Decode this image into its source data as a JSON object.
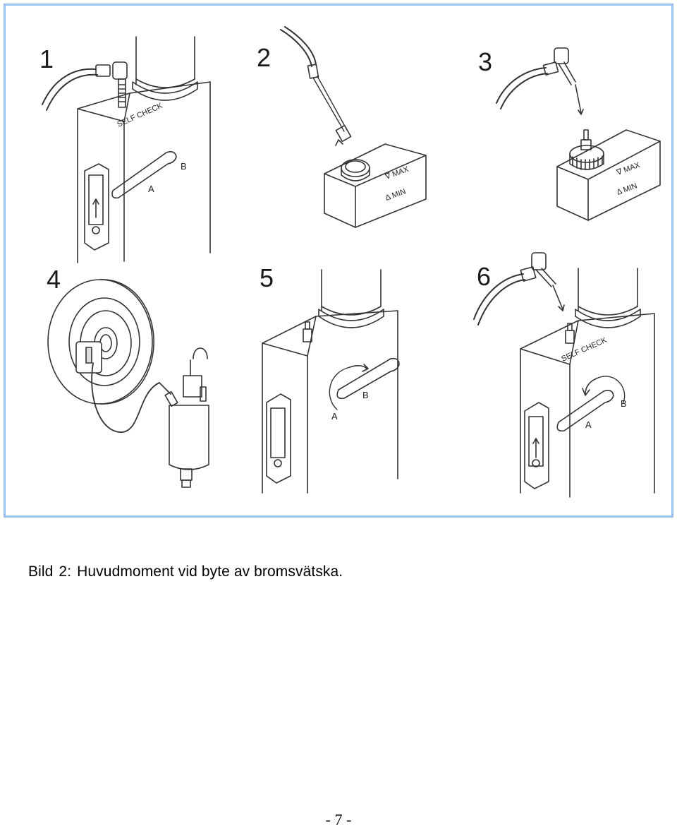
{
  "figure": {
    "steps": [
      {
        "number": "1",
        "labels": {
          "device": "SELF CHECK",
          "a": "A",
          "b": "B"
        }
      },
      {
        "number": "2",
        "labels": {
          "max": "∇ MAX",
          "min": "Δ MIN"
        }
      },
      {
        "number": "3",
        "labels": {
          "max": "∇ MAX",
          "min": "Δ MIN"
        }
      },
      {
        "number": "4",
        "labels": {}
      },
      {
        "number": "5",
        "labels": {
          "a": "A",
          "b": "B"
        }
      },
      {
        "number": "6",
        "labels": {
          "device": "SELF CHECK",
          "a": "A",
          "b": "B"
        }
      }
    ]
  },
  "caption": {
    "label": "Bild",
    "number": "2:",
    "text": "Huvudmoment vid byte av bromsvätska."
  },
  "page_number": "- 7 -",
  "colors": {
    "frame_border": "#9cc3ef",
    "line_art": "#333333"
  }
}
